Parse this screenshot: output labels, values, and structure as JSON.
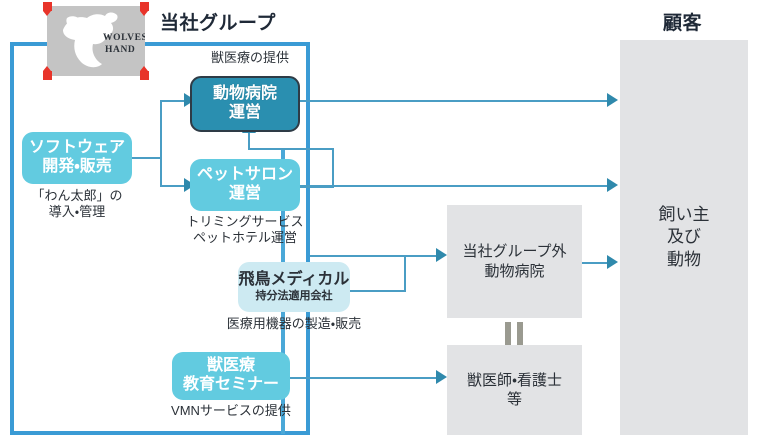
{
  "headings": {
    "group": "当社グループ",
    "customer": "顧客"
  },
  "logo": {
    "name": "wolves-hand-logo",
    "line1": "WOLVES",
    "line2": "HAND"
  },
  "nodes": {
    "hospital": {
      "line1": "動物病院",
      "line2": "運営",
      "caption": "獣医療の提供"
    },
    "salon": {
      "line1": "ペットサロン",
      "line2": "運営",
      "caption_line1": "トリミングサービス",
      "caption_line2": "ペットホテル運営"
    },
    "software": {
      "line1": "ソフトウェア",
      "line2": "開発・販売",
      "caption_line1": "「わん太郎」の",
      "caption_line2": "導入・管理"
    },
    "asuka": {
      "line1": "飛鳥メディカル",
      "sub": "持分法適用会社",
      "caption": "医療用機器の製造・販売"
    },
    "seminar": {
      "line1": "獣医療",
      "line2": "教育セミナー",
      "caption": "VMNサービスの提供"
    }
  },
  "external": {
    "outside_hospital": {
      "line1": "当社グループ外",
      "line2": "動物病院"
    },
    "vets": {
      "line1": "獣医師・看護士",
      "line2": "等"
    },
    "customer_block": {
      "line1": "飼い主",
      "line2": "及び",
      "line3": "動物"
    }
  },
  "colors": {
    "group_border": "#3a9bd5",
    "node_dark": "#2a8fb0",
    "node_cyan": "#62cbe0",
    "node_pale": "#cdeaf2",
    "connector": "#4a9dc4",
    "arrow": "#2f89ac",
    "grey_box": "#e2e3e5",
    "handle": "#e8342a"
  }
}
